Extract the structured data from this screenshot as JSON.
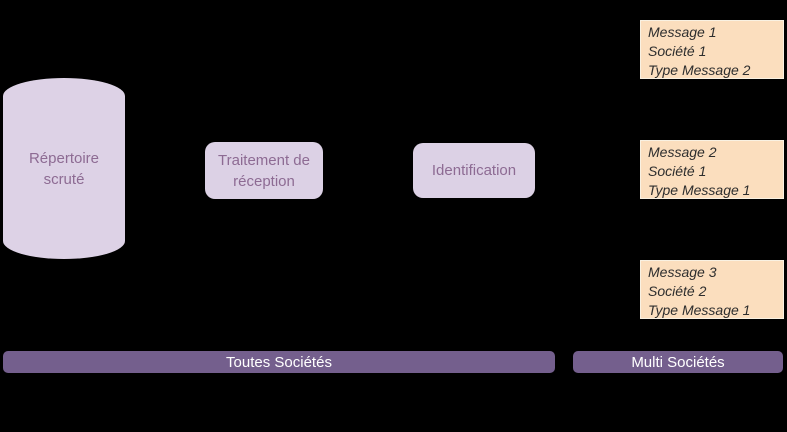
{
  "diagram": {
    "repository": {
      "label": "Répertoire scruté",
      "shape": "cylinder"
    },
    "processes": [
      {
        "label": "Traitement de réception"
      },
      {
        "label": "Identification"
      }
    ],
    "messages": [
      {
        "lines": [
          "Message 1",
          "Société 1",
          "Type Message 2"
        ]
      },
      {
        "lines": [
          "Message 2",
          "Société 1",
          "Type Message 1"
        ]
      },
      {
        "lines": [
          "Message 3",
          "Société 2",
          "Type Message 1"
        ]
      }
    ],
    "scope_bars": [
      {
        "label": "Toutes Sociétés"
      },
      {
        "label": "Multi Sociétés"
      }
    ]
  },
  "colors": {
    "background": "#000000",
    "shape_fill_lavender": "#ddd2e6",
    "shape_text_purple": "#8d6b93",
    "message_fill_orange": "#fbdebe",
    "message_border": "#f9f1e2",
    "message_text": "#2e2e2e",
    "bar_fill_purple": "#745f8d",
    "bar_text": "#ffffff"
  }
}
